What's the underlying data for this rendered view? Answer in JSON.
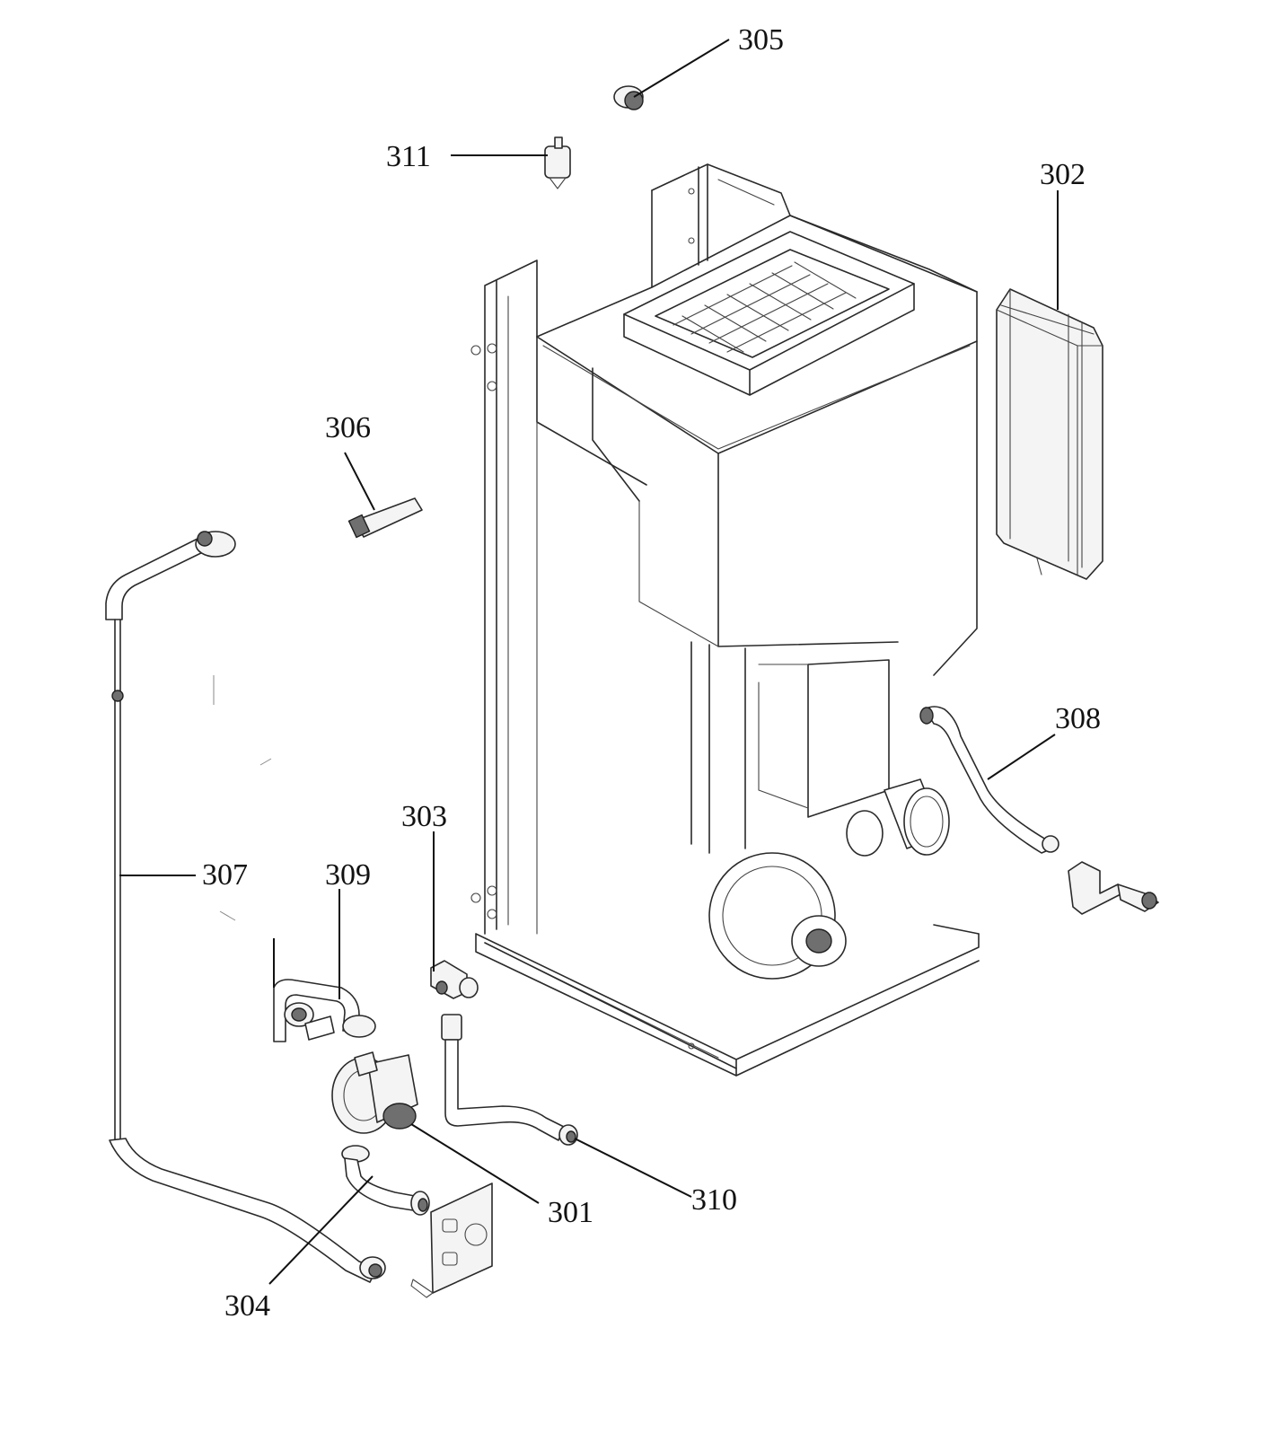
{
  "callouts": {
    "c301": "301",
    "c302": "302",
    "c303": "303",
    "c304": "304",
    "c305": "305",
    "c306": "306",
    "c307": "307",
    "c308": "308",
    "c309": "309",
    "c310": "310",
    "c311": "311"
  }
}
